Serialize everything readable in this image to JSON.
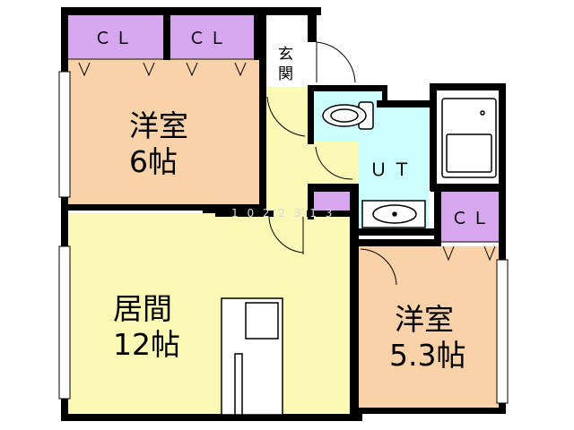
{
  "colors": {
    "western_room": "#f9d2a9",
    "living": "#fcf8b6",
    "closet": "#d6a7ef",
    "bath": "#ccffff",
    "wall": "#000000",
    "window": "#ffffff",
    "fixture": "#ffffff"
  },
  "rooms": {
    "western_6": {
      "name": "洋室",
      "size": "6帖"
    },
    "living": {
      "name": "居間",
      "size": "12帖"
    },
    "western_53": {
      "name": "洋室",
      "size": "5.3帖"
    },
    "ut": {
      "label": "ＵＴ"
    },
    "entrance": {
      "line1": "玄",
      "line2": "関"
    }
  },
  "closets": {
    "cl1": "ＣＬ",
    "cl2": "ＣＬ",
    "cl3": "ＣＬ"
  },
  "watermark": "1 0 2 2 3 1 3"
}
